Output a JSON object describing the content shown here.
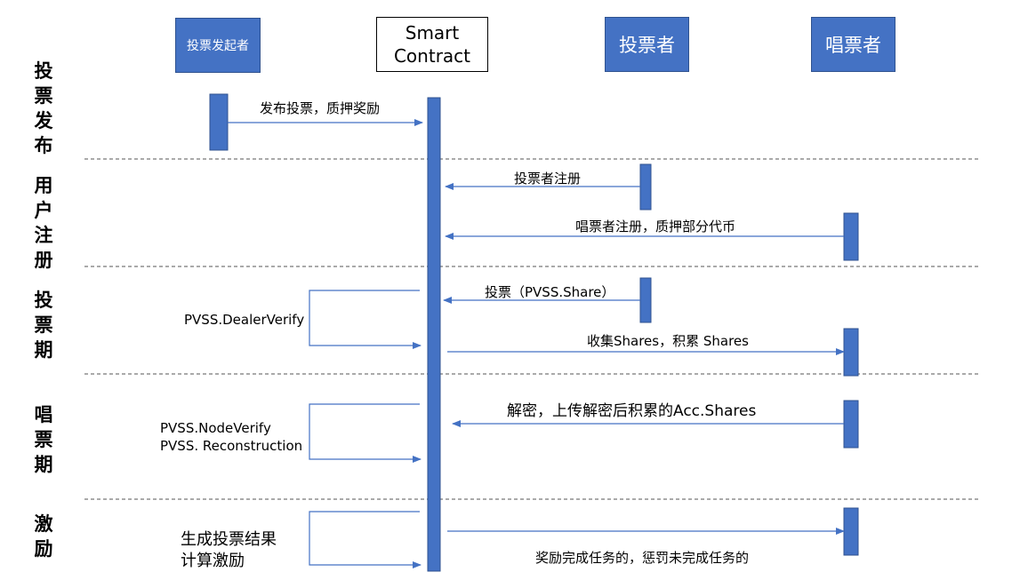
{
  "actors": {
    "initiator": "投票发起者",
    "contract_line1": "Smart",
    "contract_line2": "Contract",
    "voter": "投票者",
    "teller": "唱票者"
  },
  "phases": {
    "publish": "投票发布",
    "register": "用户注册",
    "voting": "投票期",
    "tallying": "唱票期",
    "incentive": "激励"
  },
  "messages": {
    "publish": "发布投票，质押奖励",
    "voter_register": "投票者注册",
    "teller_register": "唱票者注册，质押部分代币",
    "vote": "投票（PVSS.Share）",
    "collect": "收集Shares，积累 Shares",
    "decrypt": "解密，上传解密后积累的Acc.Shares",
    "reward": "奖励完成任务的，惩罚未完成任务的"
  },
  "notes": {
    "dealer_verify": "PVSS.DealerVerify",
    "node_verify": "PVSS.NodeVerify",
    "reconstruction": "PVSS. Reconstruction",
    "gen_result": "生成投票结果",
    "calc_incentive": "计算激励"
  },
  "colors": {
    "accent": "#4472c4",
    "accent_border": "#2f528f",
    "divider": "#555555"
  }
}
